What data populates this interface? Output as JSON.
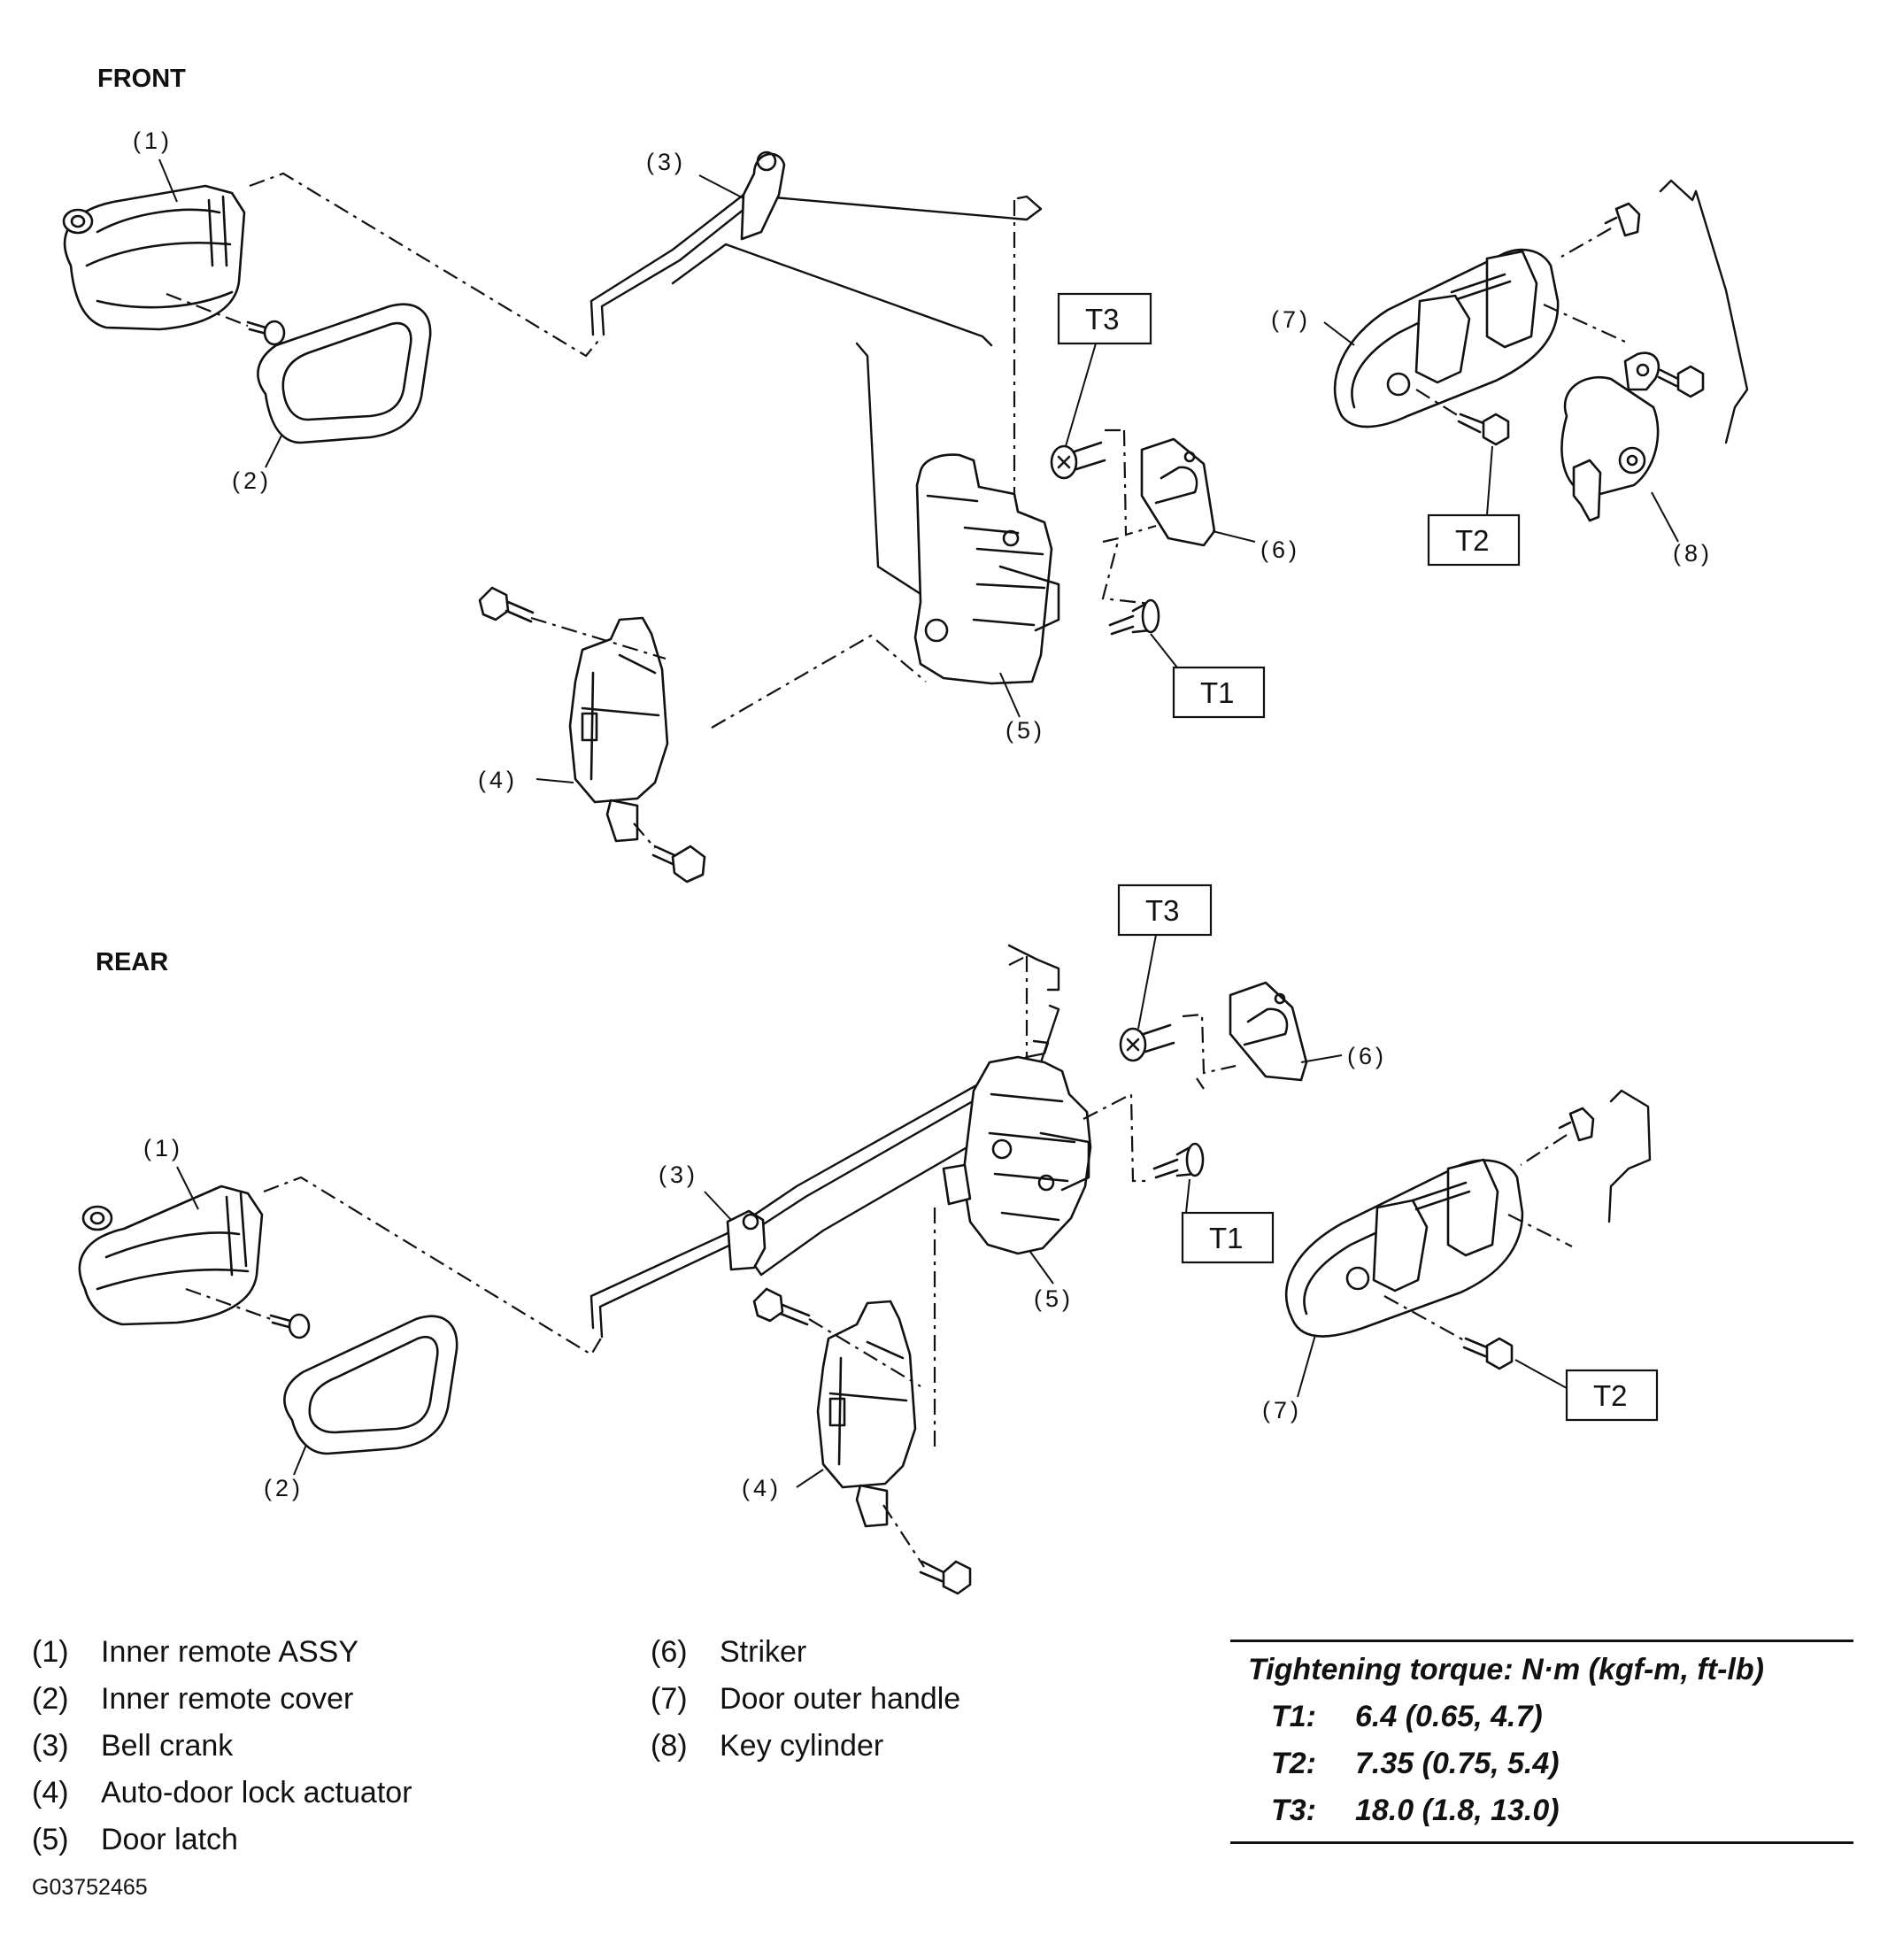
{
  "sections": {
    "front": "FRONT",
    "rear": "REAR"
  },
  "callouts": {
    "c1": "(1)",
    "c2": "(2)",
    "c3": "(3)",
    "c4": "(4)",
    "c5": "(5)",
    "c6": "(6)",
    "c7": "(7)",
    "c8": "(8)"
  },
  "torque_tags": {
    "t1": "T1",
    "t2": "T2",
    "t3": "T3"
  },
  "legend": [
    {
      "num": "(1)",
      "label": "Inner remote ASSY"
    },
    {
      "num": "(2)",
      "label": "Inner remote cover"
    },
    {
      "num": "(3)",
      "label": "Bell crank"
    },
    {
      "num": "(4)",
      "label": "Auto-door lock actuator"
    },
    {
      "num": "(5)",
      "label": "Door latch"
    },
    {
      "num": "(6)",
      "label": "Striker"
    },
    {
      "num": "(7)",
      "label": "Door outer handle"
    },
    {
      "num": "(8)",
      "label": "Key cylinder"
    }
  ],
  "torque": {
    "header": "Tightening torque: N·m (kgf-m, ft-lb)",
    "rows": [
      {
        "key": "T1:",
        "value": "6.4 (0.65, 4.7)"
      },
      {
        "key": "T2:",
        "value": "7.35 (0.75, 5.4)"
      },
      {
        "key": "T3:",
        "value": "18.0 (1.8, 13.0)"
      }
    ]
  },
  "figure_id": "G03752465"
}
